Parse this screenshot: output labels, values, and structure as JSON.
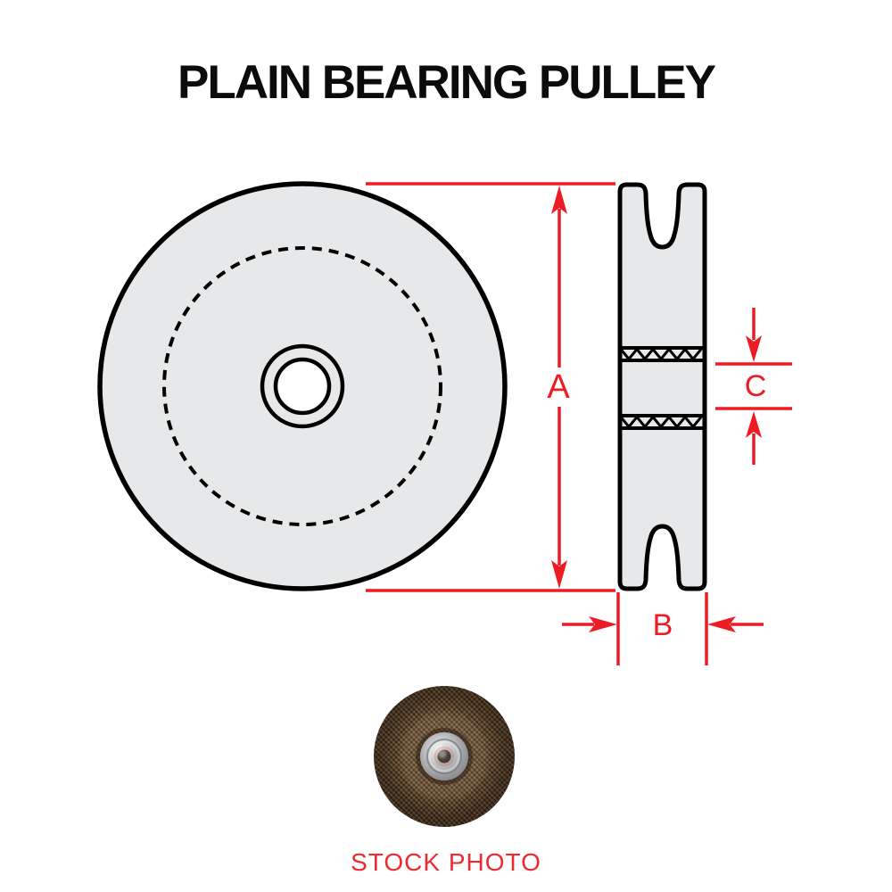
{
  "title": "PLAIN BEARING PULLEY",
  "dimensions": {
    "a_label": "A",
    "b_label": "B",
    "c_label": "C"
  },
  "stock_photo": {
    "caption": "STOCK PHOTO"
  },
  "colors": {
    "dimension_red": "#ED1C24",
    "outline_black": "#000000",
    "pulley_fill": "#E7E8E9",
    "photo_outer_brown": "#3C2B1D",
    "photo_mid_brown": "#6D5339",
    "hub_silver": "#BFC0C3"
  }
}
